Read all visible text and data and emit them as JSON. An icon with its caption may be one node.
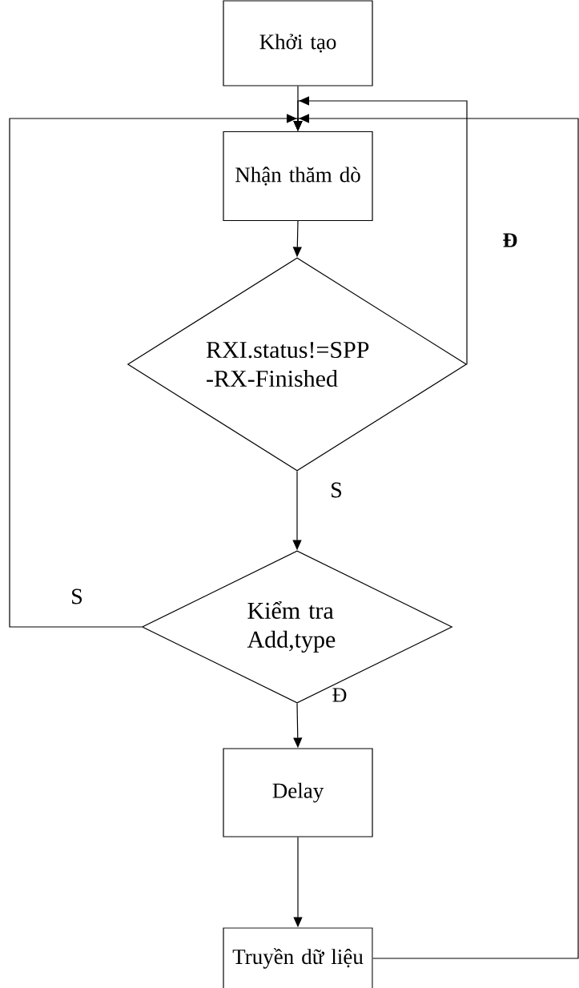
{
  "diagram": {
    "nodes": [
      {
        "text": [
          "Khởi tạo"
        ]
      },
      {
        "text": [
          "Nhận thăm dò"
        ]
      },
      {
        "text": [
          "RXI.status!=SPP -RX-Finished"
        ]
      },
      {
        "text": [
          "Kiểm tra Add,type"
        ]
      },
      {
        "text": [
          "Delay"
        ]
      },
      {
        "text": [
          "Truyền dữ liệu"
        ]
      }
    ],
    "edges": [
      {
        "from": 0,
        "to": 1,
        "arrow": "to"
      },
      {
        "from": 1,
        "to": 2,
        "arrow": "to"
      },
      {
        "from": 2,
        "to": 1,
        "arrow": "to",
        "label": "Đ"
      },
      {
        "from": 2,
        "to": 3,
        "arrow": "to",
        "label": "S"
      },
      {
        "from": 3,
        "to": 1,
        "arrow": "to",
        "label": "S"
      },
      {
        "from": 3,
        "to": 4,
        "arrow": "to",
        "label": "Đ"
      },
      {
        "from": 4,
        "to": 5,
        "arrow": "to"
      },
      {
        "from": 5,
        "to": 1,
        "arrow": "to"
      }
    ]
  }
}
